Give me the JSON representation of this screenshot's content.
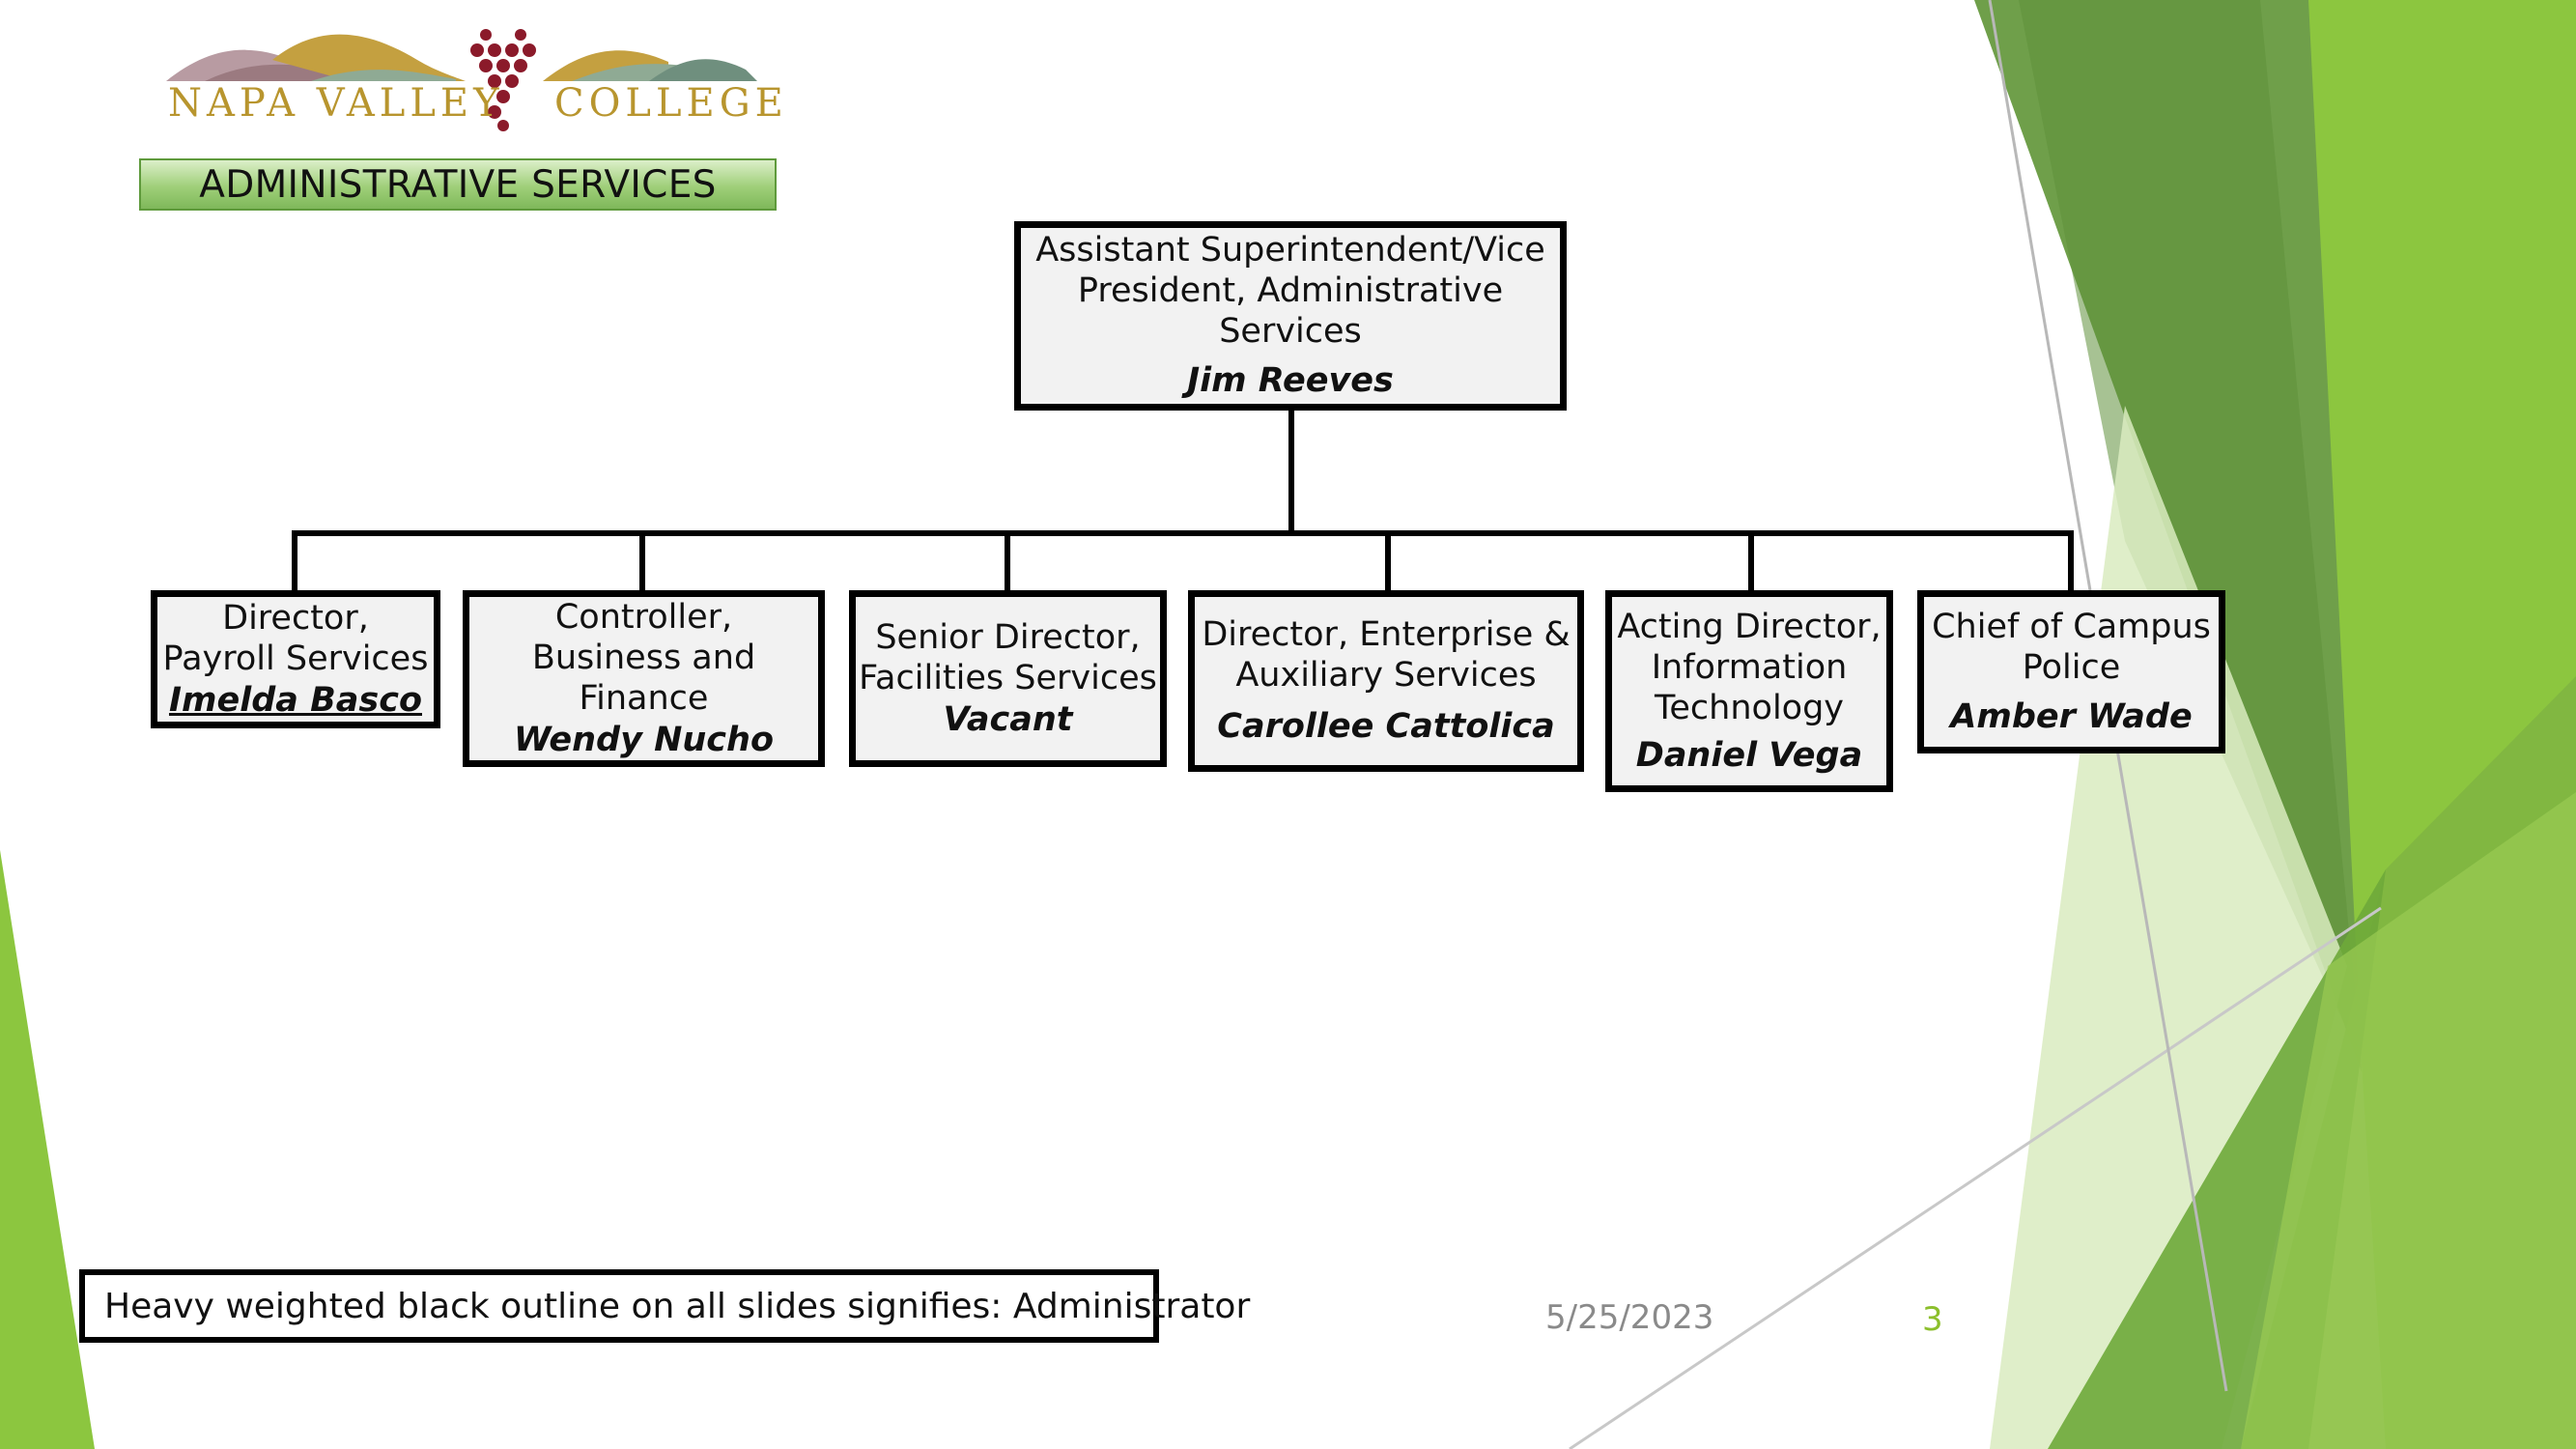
{
  "logo": {
    "left_text": "NAPA VALLEY",
    "right_text": "COLLEGE",
    "grape_color": "#8b1a2a",
    "hill_colors": [
      "#b89ba2",
      "#9b7a80",
      "#c4a040",
      "#8faa94",
      "#6f8f7e"
    ]
  },
  "banner": {
    "label": "ADMINISTRATIVE SERVICES"
  },
  "root": {
    "title": "Assistant Superintendent/Vice\nPresident, Administrative Services",
    "name": "Jim Reeves"
  },
  "children": [
    {
      "title": "Director,\nPayroll Services",
      "name": "Imelda Basco"
    },
    {
      "title": "Controller,\nBusiness and Finance",
      "name": "Wendy Nucho"
    },
    {
      "title": "Senior Director,\nFacilities Services",
      "name": "Vacant"
    },
    {
      "title": "Director, Enterprise &\nAuxiliary Services",
      "name": "Carollee Cattolica"
    },
    {
      "title": "Acting Director,\nInformation\nTechnology",
      "name": "Daniel Vega"
    },
    {
      "title": "Chief of Campus\nPolice",
      "name": "Amber Wade"
    }
  ],
  "legend": {
    "text": "Heavy weighted black outline on all slides signifies: Administrator"
  },
  "footer": {
    "date": "5/25/2023",
    "page_number": "3"
  },
  "theme": {
    "green_dark": "#5f8f3a",
    "green_mid": "#7fb541",
    "green_light": "#d9ebc0",
    "accent": "#8cbf2c"
  }
}
